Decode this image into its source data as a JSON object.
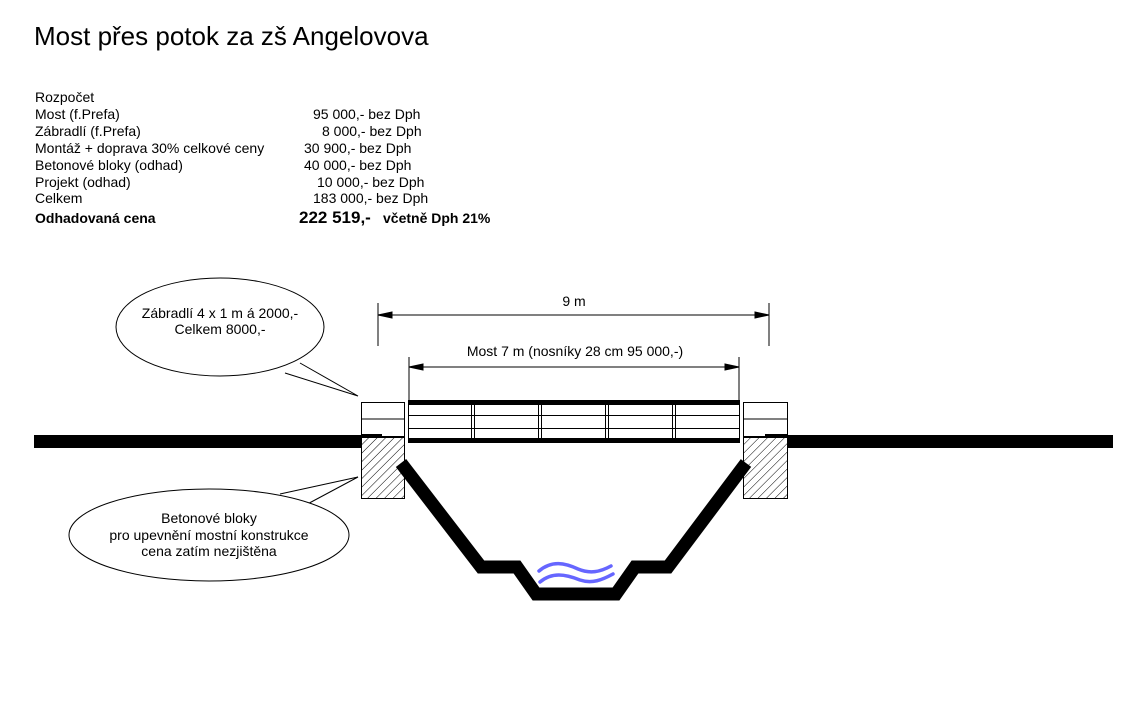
{
  "title": "Most přes potok za zš Angelovova",
  "budget": {
    "heading": "Rozpočet",
    "rows": [
      {
        "label": "Most (f.Prefa)",
        "value": "95 000,- bez Dph"
      },
      {
        "label": "Zábradlí (f.Prefa)",
        "value": "8 000,- bez Dph"
      },
      {
        "label": "Montáž + doprava 30%  celkové ceny",
        "value": "30 900,- bez Dph"
      },
      {
        "label": "Betonové bloky (odhad)",
        "value": "40 000,- bez Dph"
      },
      {
        "label": "Projekt  (odhad)",
        "value": "10 000,-  bez Dph"
      },
      {
        "label": "Celkem",
        "value": "183 000,- bez Dph"
      }
    ],
    "total": {
      "label": "Odhadovaná cena",
      "amount": "222 519,-",
      "note": "včetně Dph 21%"
    }
  },
  "drawing": {
    "dim_total": "9 m",
    "dim_bridge": "Most 7 m (nosníky 28 cm 95 000,-)",
    "callout_railing": [
      "Zábradlí 4 x 1 m á 2000,-",
      "Celkem 8000,-"
    ],
    "callout_blocks": [
      "Betonové bloky",
      "pro upevnění mostní konstrukce",
      "cena zatím nezjištěna"
    ],
    "water_color": "#6666ff"
  }
}
